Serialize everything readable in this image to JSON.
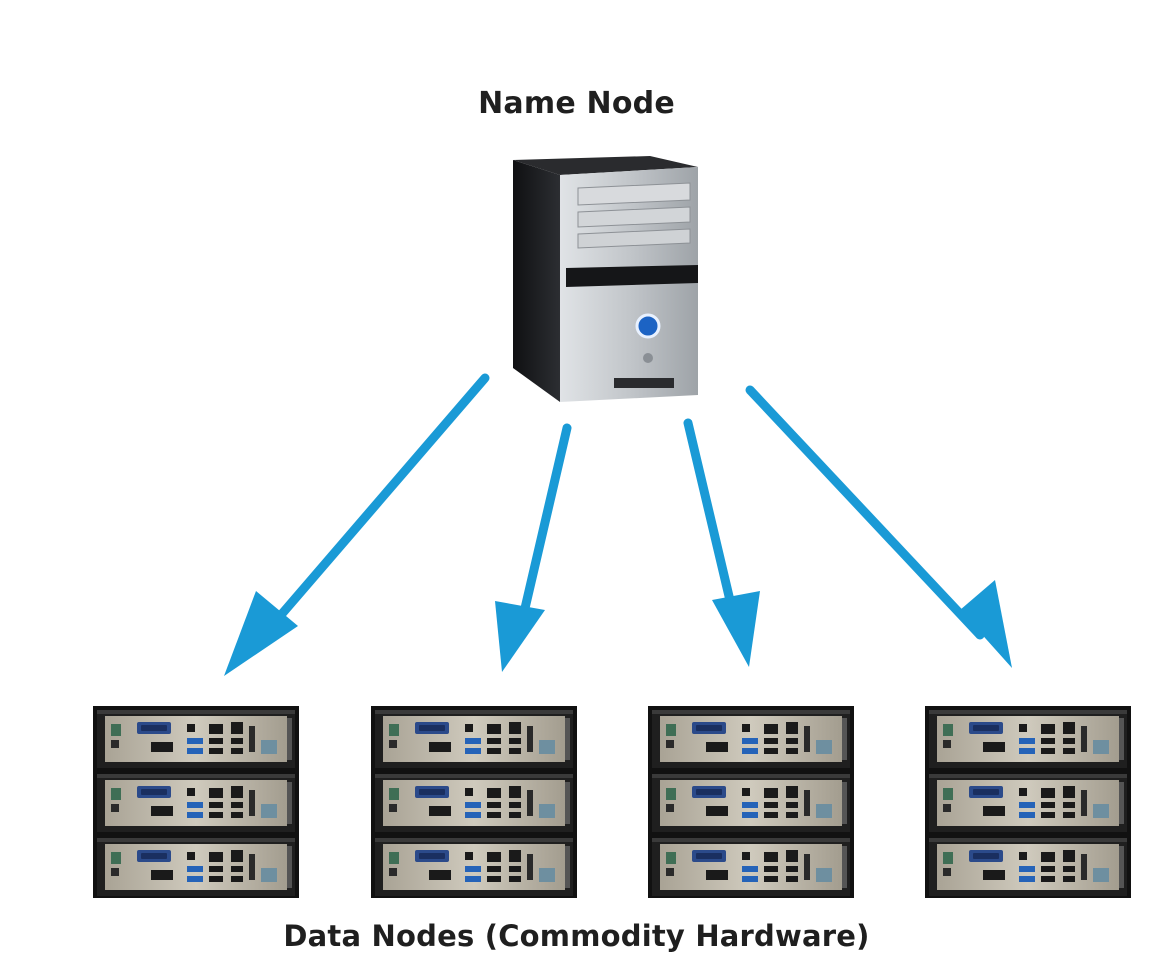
{
  "diagram": {
    "name_node_label": "Name Node",
    "data_nodes_label": "Data Nodes (Commodity Hardware)",
    "data_node_count": 4,
    "units_per_rack": 3
  },
  "colors": {
    "arrow": "#1a9ad6",
    "tower_front": "#c4c8cc",
    "tower_side": "#1c1d20",
    "tower_button": "#2b7fcf",
    "rack_case": "#202020",
    "rack_panel": "#b8b3a6"
  },
  "icons": {
    "name_node": "server-tower-icon",
    "data_node": "rack-server-icon"
  }
}
